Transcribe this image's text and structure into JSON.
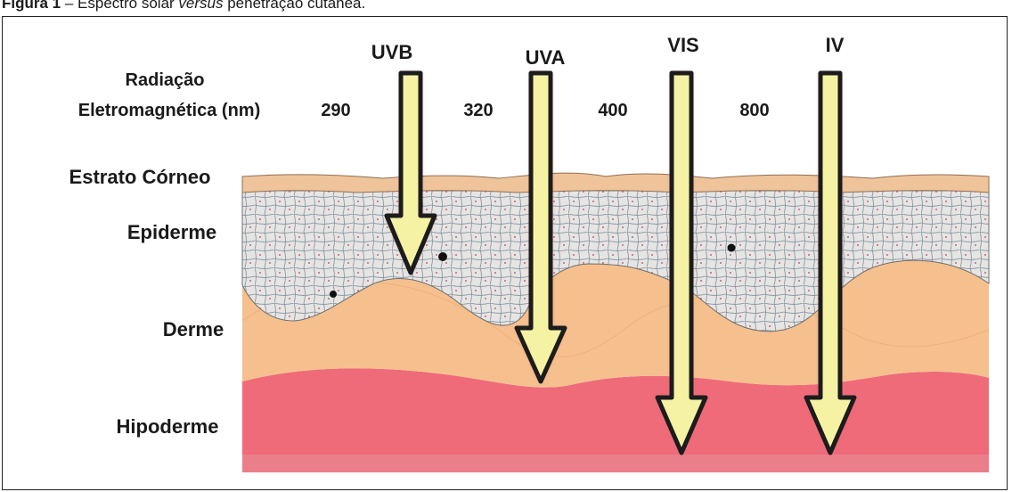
{
  "caption": {
    "label": "Figura 1",
    "dash": " – ",
    "part1": "Espectro solar ",
    "part2_italic": "versus",
    "part3": " penetração cutânea."
  },
  "axis_title": {
    "line1": "Radiação",
    "line2": "Eletromagnética (nm)"
  },
  "wavelengths": [
    "290",
    "320",
    "400",
    "800"
  ],
  "bands": [
    {
      "label": "UVB",
      "penetrates": "Epiderme"
    },
    {
      "label": "UVA",
      "penetrates": "Derme"
    },
    {
      "label": "VIS",
      "penetrates": "Hipoderme"
    },
    {
      "label": "IV",
      "penetrates": "Hipoderme"
    }
  ],
  "layers": [
    "Estrato Córneo",
    "Epiderme",
    "Derme",
    "Hipoderme"
  ],
  "colors": {
    "stratum": "#f0c49a",
    "epidermis": "#e8e6e4",
    "dermis": "#f5c08e",
    "hypodermis": "#ef6b7a",
    "arrow_fill": "#f6f2a4",
    "arrow_stroke": "#1c1c1c",
    "arrow_glow": "#e46a6a"
  }
}
